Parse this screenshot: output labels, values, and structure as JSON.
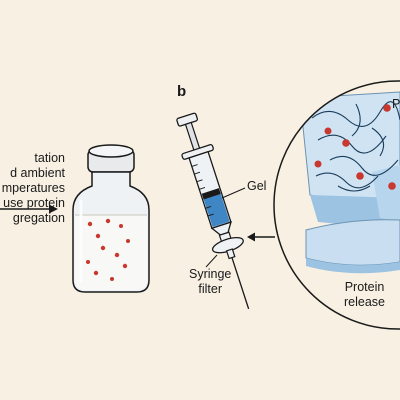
{
  "panel_letter": "b",
  "left_caption": [
    "tation",
    "d ambient",
    "mperatures",
    "use protein",
    "gregation"
  ],
  "gel_label": "Gel",
  "syringe_filter_label": [
    "Syringe",
    "filter"
  ],
  "protein_release_label": [
    "Protein",
    "release"
  ],
  "cut_label": "P",
  "colors": {
    "background": "#f7f0e3",
    "protein_red": "#c9382f",
    "gel_blue": "#3f86c4",
    "line": "#1a1a1a",
    "glass": "#e9eef2"
  }
}
